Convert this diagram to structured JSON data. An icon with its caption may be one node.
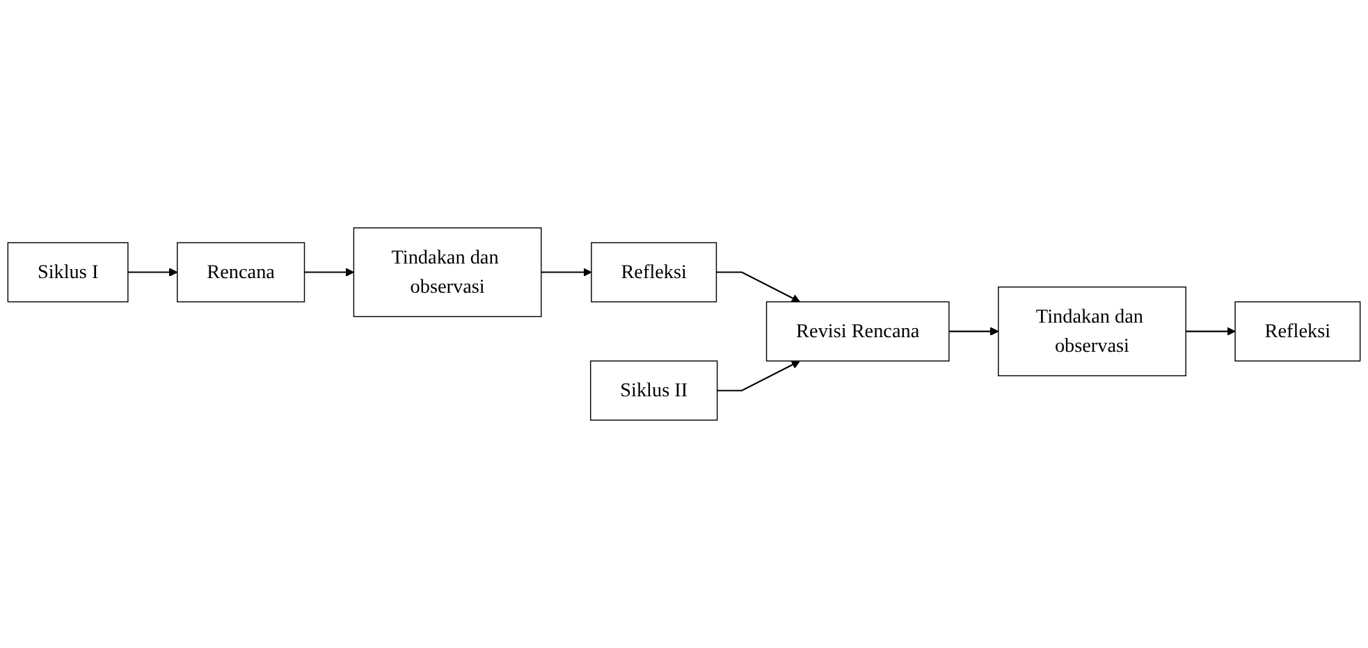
{
  "diagram": {
    "nodes": [
      {
        "text": [
          "Siklus I"
        ]
      },
      {
        "text": [
          "Rencana"
        ]
      },
      {
        "text": [
          "Tindakan dan observasi"
        ]
      },
      {
        "text": [
          "Refleksi"
        ]
      },
      {
        "text": [
          "Siklus II"
        ]
      },
      {
        "text": [
          "Revisi Rencana"
        ]
      },
      {
        "text": [
          "Tindakan dan observasi"
        ]
      },
      {
        "text": [
          "Refleksi"
        ]
      }
    ],
    "edges": [
      {
        "from": 0,
        "to": 1,
        "arrow": "to"
      },
      {
        "from": 1,
        "to": 2,
        "arrow": "to"
      },
      {
        "from": 2,
        "to": 3,
        "arrow": "to"
      },
      {
        "from": 3,
        "to": 5,
        "arrow": "to"
      },
      {
        "from": 4,
        "to": 5,
        "arrow": "to"
      },
      {
        "from": 5,
        "to": 6,
        "arrow": "to"
      },
      {
        "from": 6,
        "to": 7,
        "arrow": "to"
      }
    ]
  }
}
